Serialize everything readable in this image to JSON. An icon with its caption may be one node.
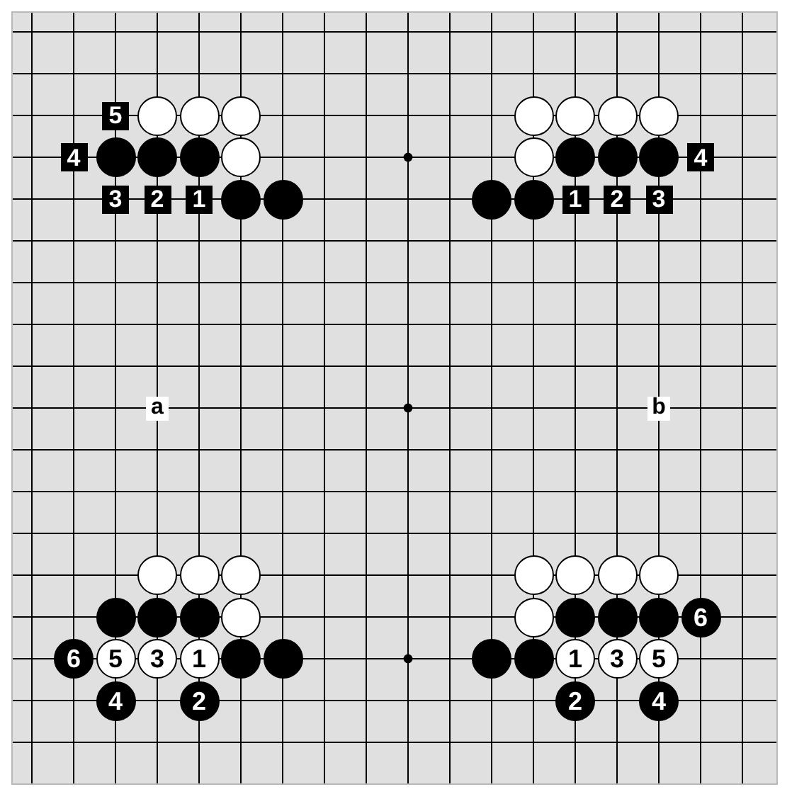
{
  "diagram": {
    "labels": [
      "5",
      "4",
      "4",
      "3",
      "2",
      "1",
      "1",
      "2",
      "3",
      "a",
      "b",
      "6",
      "6",
      "5",
      "3",
      "1",
      "1",
      "3",
      "5",
      "4",
      "2",
      "2",
      "4"
    ]
  }
}
